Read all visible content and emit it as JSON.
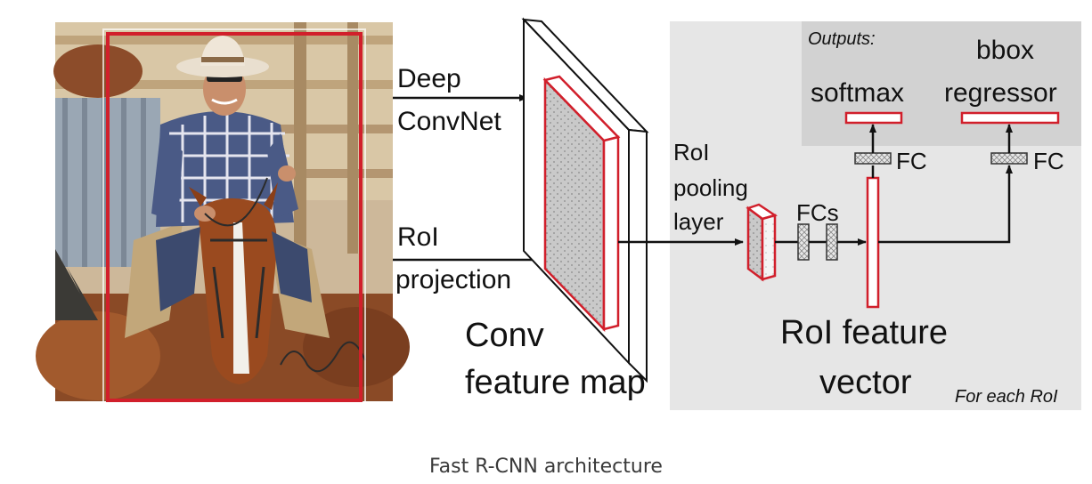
{
  "diagram": {
    "labels": {
      "deep": "Deep",
      "convnet": "ConvNet",
      "roi": "RoI",
      "projection": "projection",
      "conv": "Conv",
      "feature_map": "feature map",
      "roi_pool_1": "RoI",
      "roi_pool_2": "pooling",
      "roi_pool_3": "layer",
      "fcs": "FCs",
      "fc_left": "FC",
      "fc_right": "FC",
      "outputs": "Outputs:",
      "softmax": "softmax",
      "bbox": "bbox",
      "regressor": "regressor",
      "roi_feature": "RoI feature",
      "vector": "vector",
      "for_each_roi": "For each RoI"
    },
    "colors": {
      "accent_red": "#d11f2b",
      "panel_gray": "#e6e6e6",
      "outputs_gray": "#d2d2d2"
    }
  },
  "caption": "Fast R-CNN architecture"
}
